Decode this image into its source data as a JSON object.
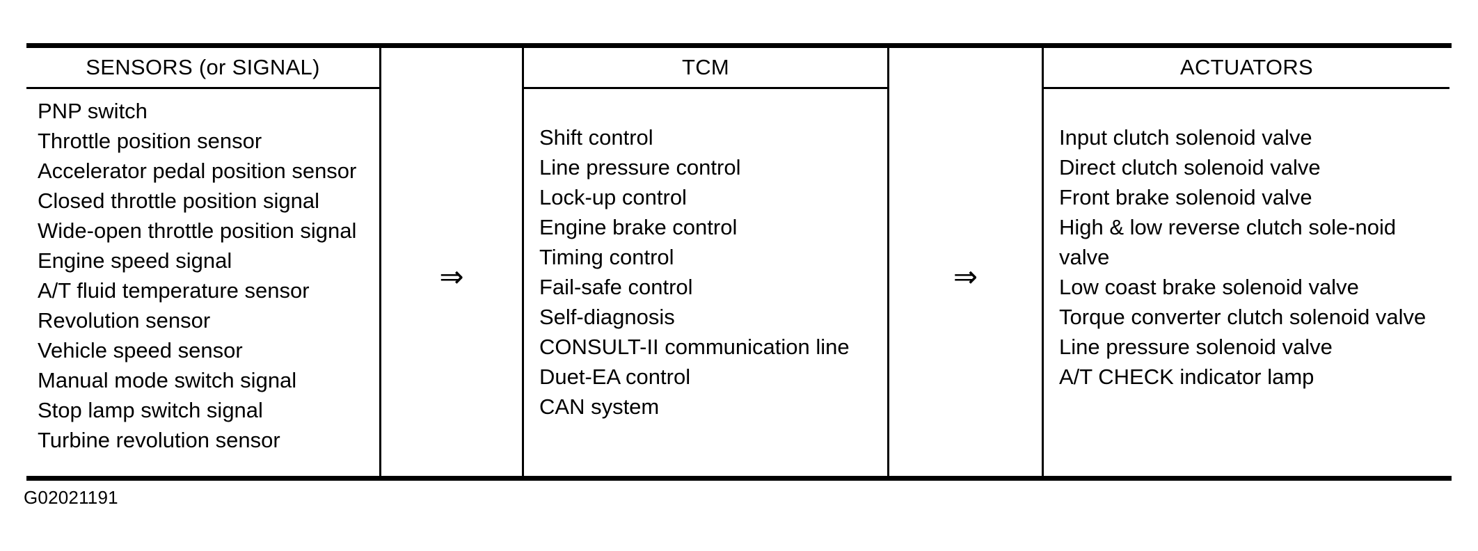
{
  "figure": {
    "caption": "G02021191",
    "arrow_glyph": "⇒",
    "ink_color": "#000000",
    "background_color": "#ffffff"
  },
  "chart_data": {
    "type": "table",
    "title": "",
    "columns": [
      "SENSORS (or SIGNAL)",
      "",
      "TCM",
      "",
      "ACTUATORS"
    ],
    "flow": [
      "SENSORS (or SIGNAL)",
      "TCM",
      "ACTUATORS"
    ],
    "connectors": [
      "⇒",
      "⇒"
    ]
  },
  "columns": {
    "sensors": {
      "header": "SENSORS (or SIGNAL)",
      "items": [
        "PNP switch",
        "Throttle position sensor",
        "Accelerator pedal position sensor",
        "Closed throttle position signal",
        "Wide-open throttle position signal",
        "Engine speed signal",
        "A/T fluid temperature sensor",
        "Revolution sensor",
        "Vehicle speed sensor",
        "Manual mode switch signal",
        "Stop lamp switch signal",
        "Turbine revolution sensor"
      ]
    },
    "arrow_1": {
      "header": "",
      "symbol": "⇒"
    },
    "tcm": {
      "header": "TCM",
      "items": [
        "Shift control",
        "Line pressure control",
        "Lock-up control",
        "Engine brake control",
        "Timing control",
        "Fail-safe control",
        "Self-diagnosis",
        "CONSULT-II communication line",
        "Duet-EA control",
        "CAN system"
      ]
    },
    "arrow_2": {
      "header": "",
      "symbol": "⇒"
    },
    "actuators": {
      "header": "ACTUATORS",
      "items": [
        "Input clutch solenoid valve",
        "Direct clutch solenoid valve",
        "Front brake solenoid valve",
        "High & low reverse clutch sole-noid valve",
        "Low coast brake solenoid valve",
        "Torque converter clutch solenoid valve",
        "Line pressure solenoid valve",
        "A/T CHECK indicator lamp"
      ]
    }
  }
}
